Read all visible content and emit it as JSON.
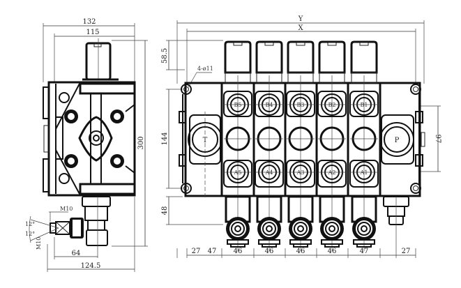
{
  "drawing": {
    "title_fragment": "",
    "side_view": {
      "dims": {
        "overall_width": "132",
        "inner_width": "115",
        "height": "300",
        "bottom_width": "124.5",
        "lever_offset": "64",
        "thread_top": "M10",
        "thread_side": "M10",
        "angle_upper": "12°",
        "angle_lower": "12°"
      }
    },
    "front_view": {
      "dims": {
        "overall_y": "Y",
        "overall_x": "X",
        "top_height": "58.5",
        "body_height": "144",
        "bottom_height": "48",
        "port_spacing": "97",
        "mount_holes": "4-ø11"
      },
      "bottom_spacing": [
        "27",
        "47",
        "46",
        "46",
        "46",
        "46",
        "47",
        "27"
      ],
      "ports": {
        "tank": "T",
        "pressure": "P",
        "b_ports": [
          "B5",
          "B4",
          "B3",
          "B2",
          "B1"
        ],
        "a_ports": [
          "A5",
          "A4",
          "A3",
          "A2",
          "A1"
        ]
      }
    }
  }
}
